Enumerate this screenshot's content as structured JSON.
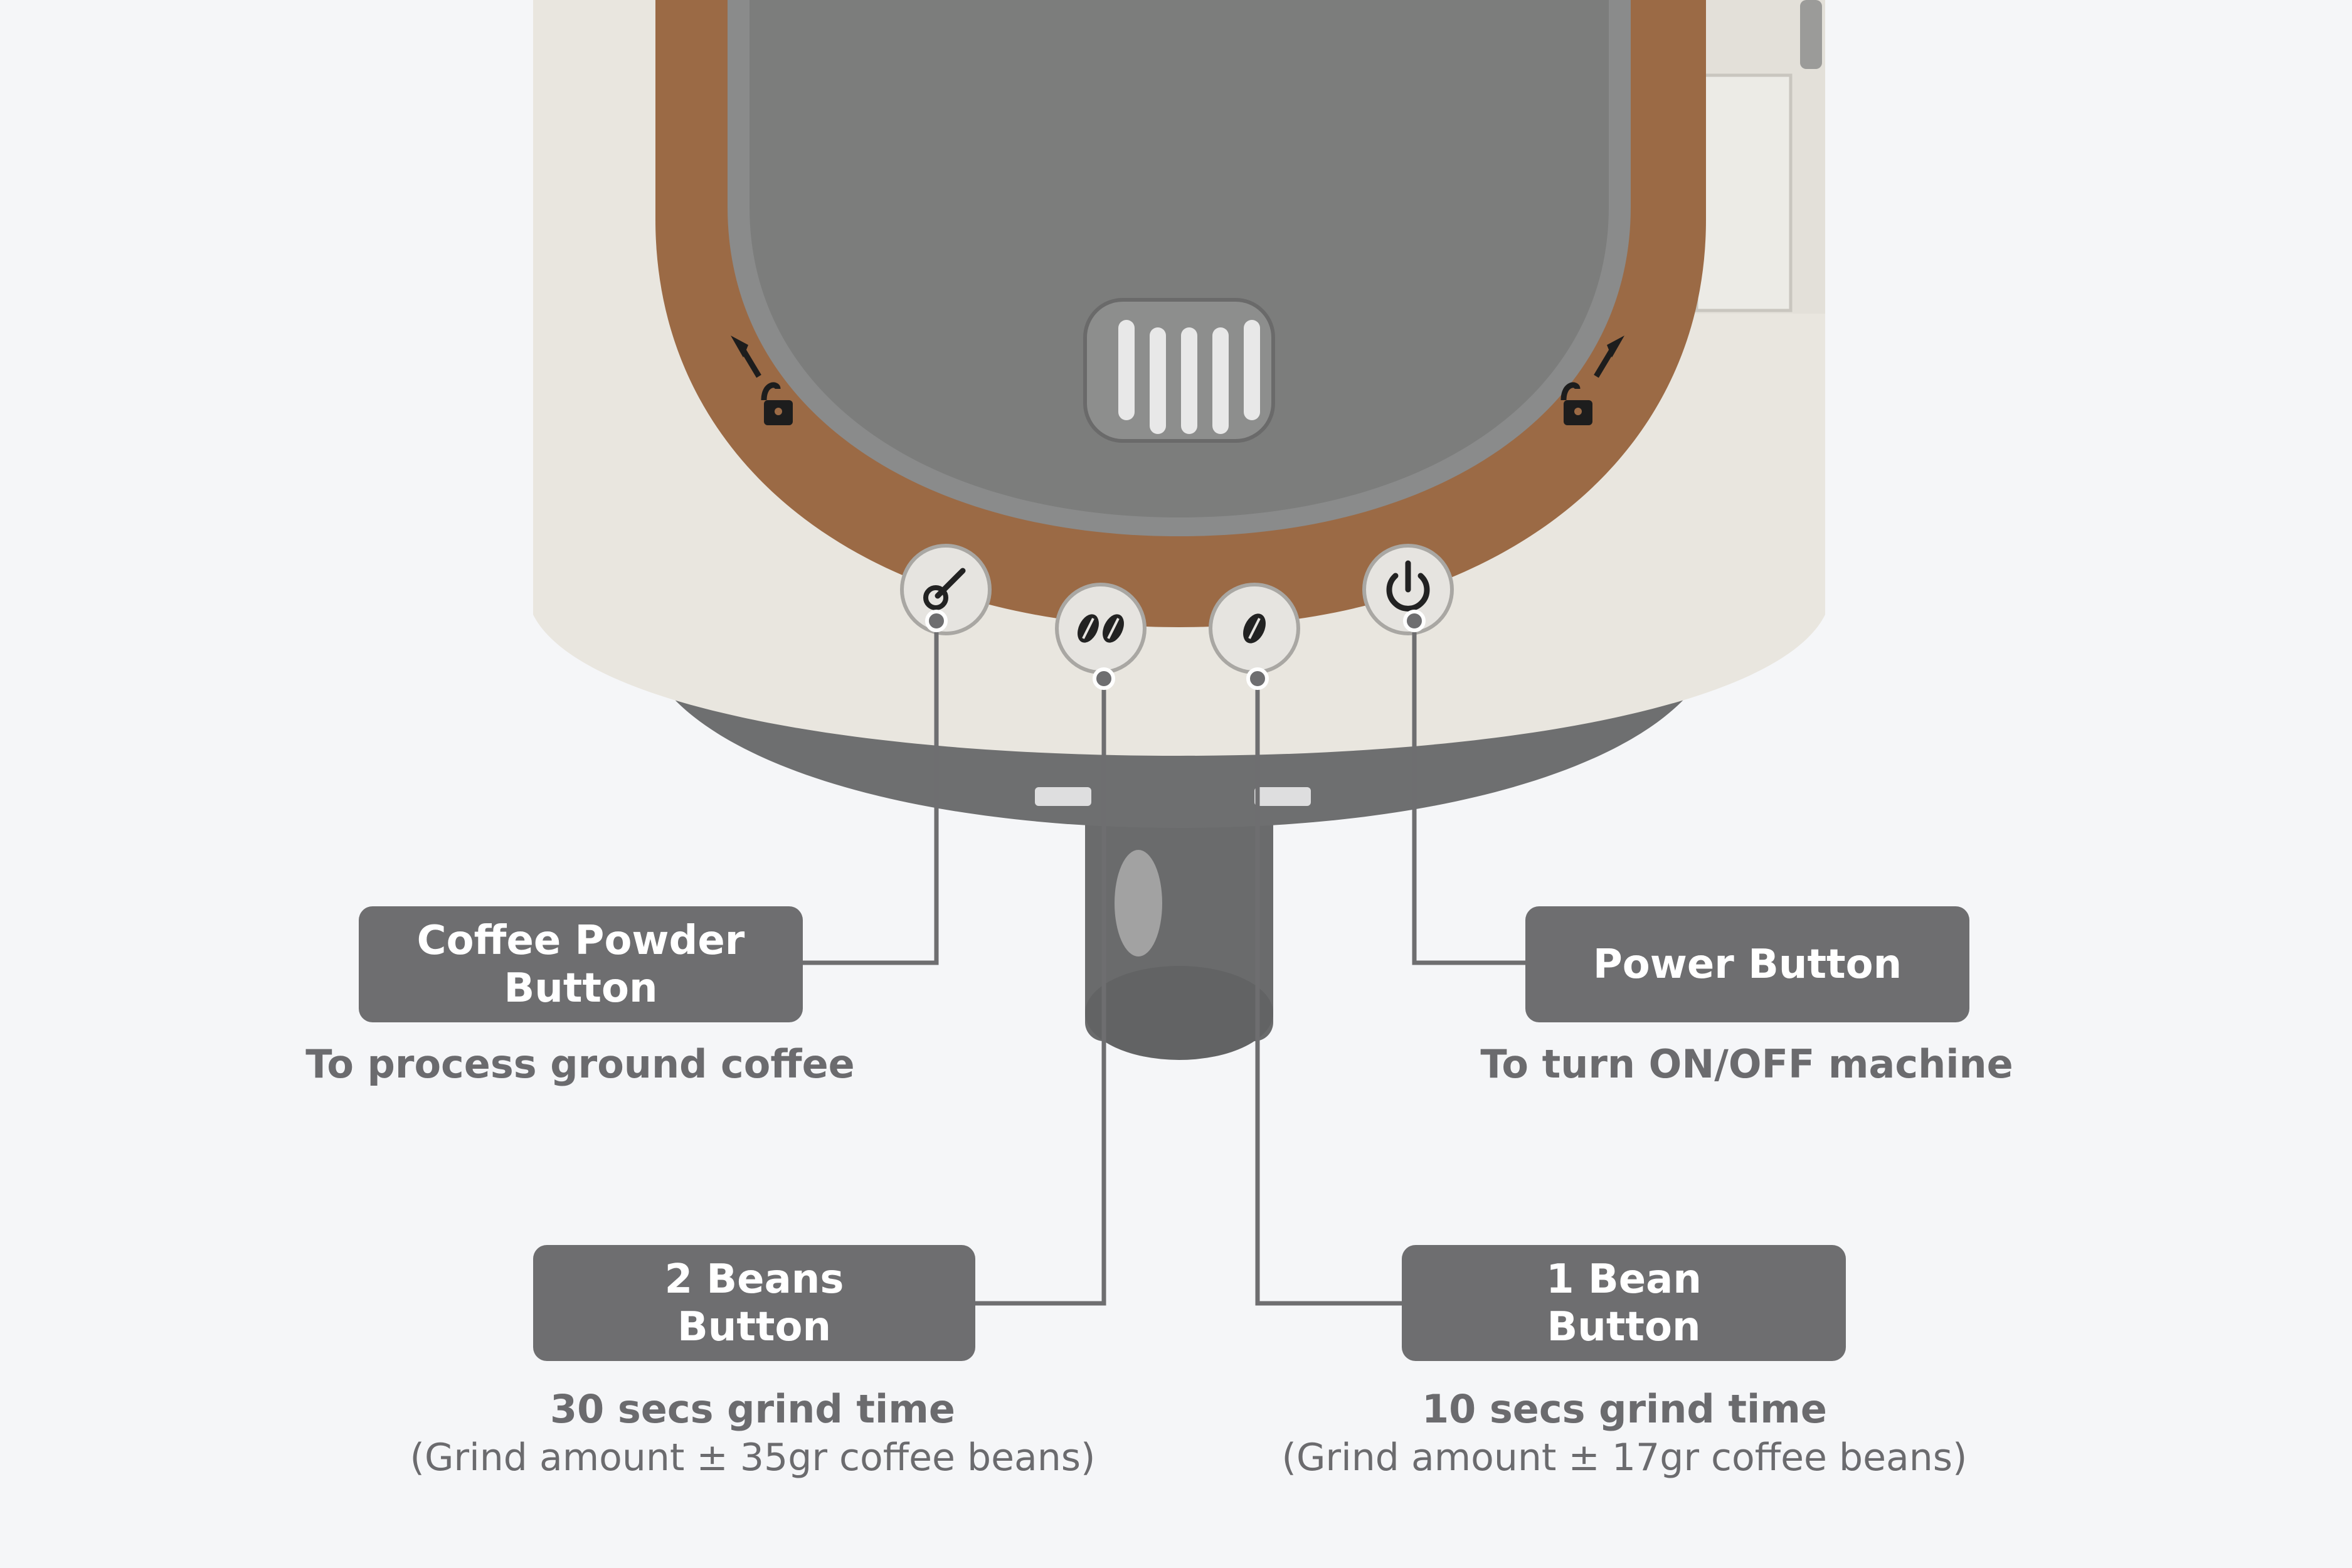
{
  "colors": {
    "background": "#f5f6f8",
    "body": "#e9e6df",
    "copper": "#9b6a45",
    "tray": "#7a7b7b",
    "base": "#6e6f70",
    "label_box": "#6e6e70",
    "text": "#6b6b6e",
    "leader": "#6e6e70"
  },
  "icons": {
    "coffee_powder": "scoop-icon",
    "two_beans": "two-beans-icon",
    "one_bean": "bean-icon",
    "power": "power-icon",
    "lock": "unlock-icon"
  },
  "brand_mark": "",
  "labels": {
    "coffee_powder": {
      "line1": "Coffee Powder",
      "line2": "Button",
      "desc": "To process ground coffee"
    },
    "power": {
      "line1": "Power Button",
      "desc": "To turn ON/OFF machine"
    },
    "two_beans": {
      "line1": "2 Beans",
      "line2": "Button",
      "desc1": "30 secs grind time",
      "desc2": "(Grind amount ± 35gr coffee beans)"
    },
    "one_bean": {
      "line1": "1 Bean",
      "line2": "Button",
      "desc1": "10 secs grind time",
      "desc2": "(Grind amount ± 17gr coffee beans)"
    }
  }
}
